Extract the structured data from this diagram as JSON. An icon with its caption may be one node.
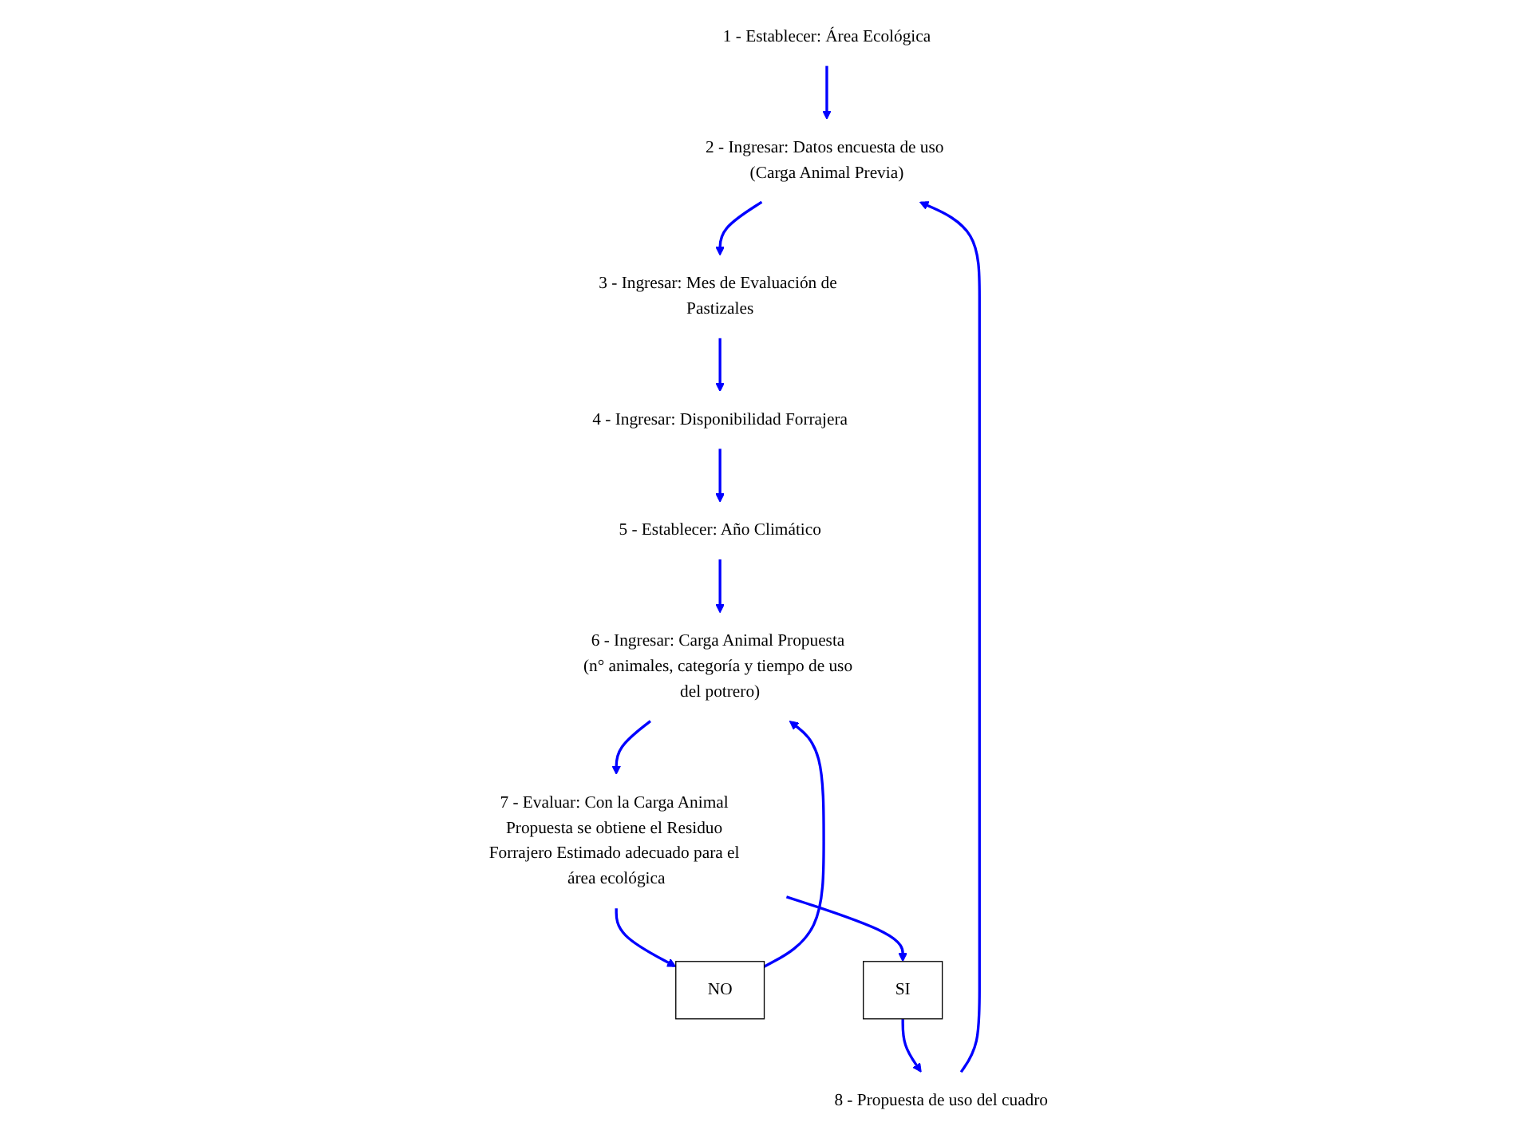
{
  "diagram": {
    "nodes": [
      {
        "text": [
          "1 - Establecer: Área Ecológica"
        ]
      },
      {
        "text": [
          "2 - Ingresar: Datos encuesta de uso (Carga Animal Previa)"
        ]
      },
      {
        "text": [
          "3 - Ingresar: Mes de Evaluación de Pastizales"
        ]
      },
      {
        "text": [
          "4 - Ingresar: Disponibilidad Forrajera"
        ]
      },
      {
        "text": [
          "5 - Establecer: Año Climático"
        ]
      },
      {
        "text": [
          "6 - Ingresar: Carga Animal Propuesta (n° animales, categoría y tiempo de uso del potrero)"
        ]
      },
      {
        "text": [
          "7 - Evaluar: Con la Carga Animal Propuesta se obtiene el Residuo Forrajero Estimado adecuado para el área ecológica"
        ]
      },
      {
        "text": [
          "8 - Propuesta de uso del cuadro"
        ]
      },
      {
        "text": [
          "NO"
        ]
      },
      {
        "text": [
          "SI"
        ]
      }
    ],
    "edges": [
      {
        "from": 0,
        "to": 1,
        "arrow": "to"
      },
      {
        "from": 1,
        "to": 2,
        "arrow": "to"
      },
      {
        "from": 2,
        "to": 3,
        "arrow": "to"
      },
      {
        "from": 3,
        "to": 4,
        "arrow": "to"
      },
      {
        "from": 4,
        "to": 5,
        "arrow": "to"
      },
      {
        "from": 5,
        "to": 6,
        "arrow": "to"
      },
      {
        "from": 6,
        "to": 8,
        "arrow": "to"
      },
      {
        "from": 8,
        "to": 5,
        "arrow": "to"
      },
      {
        "from": 6,
        "to": 9,
        "arrow": "to"
      },
      {
        "from": 9,
        "to": 7,
        "arrow": "to"
      },
      {
        "from": 7,
        "to": 1,
        "arrow": "to"
      }
    ]
  }
}
